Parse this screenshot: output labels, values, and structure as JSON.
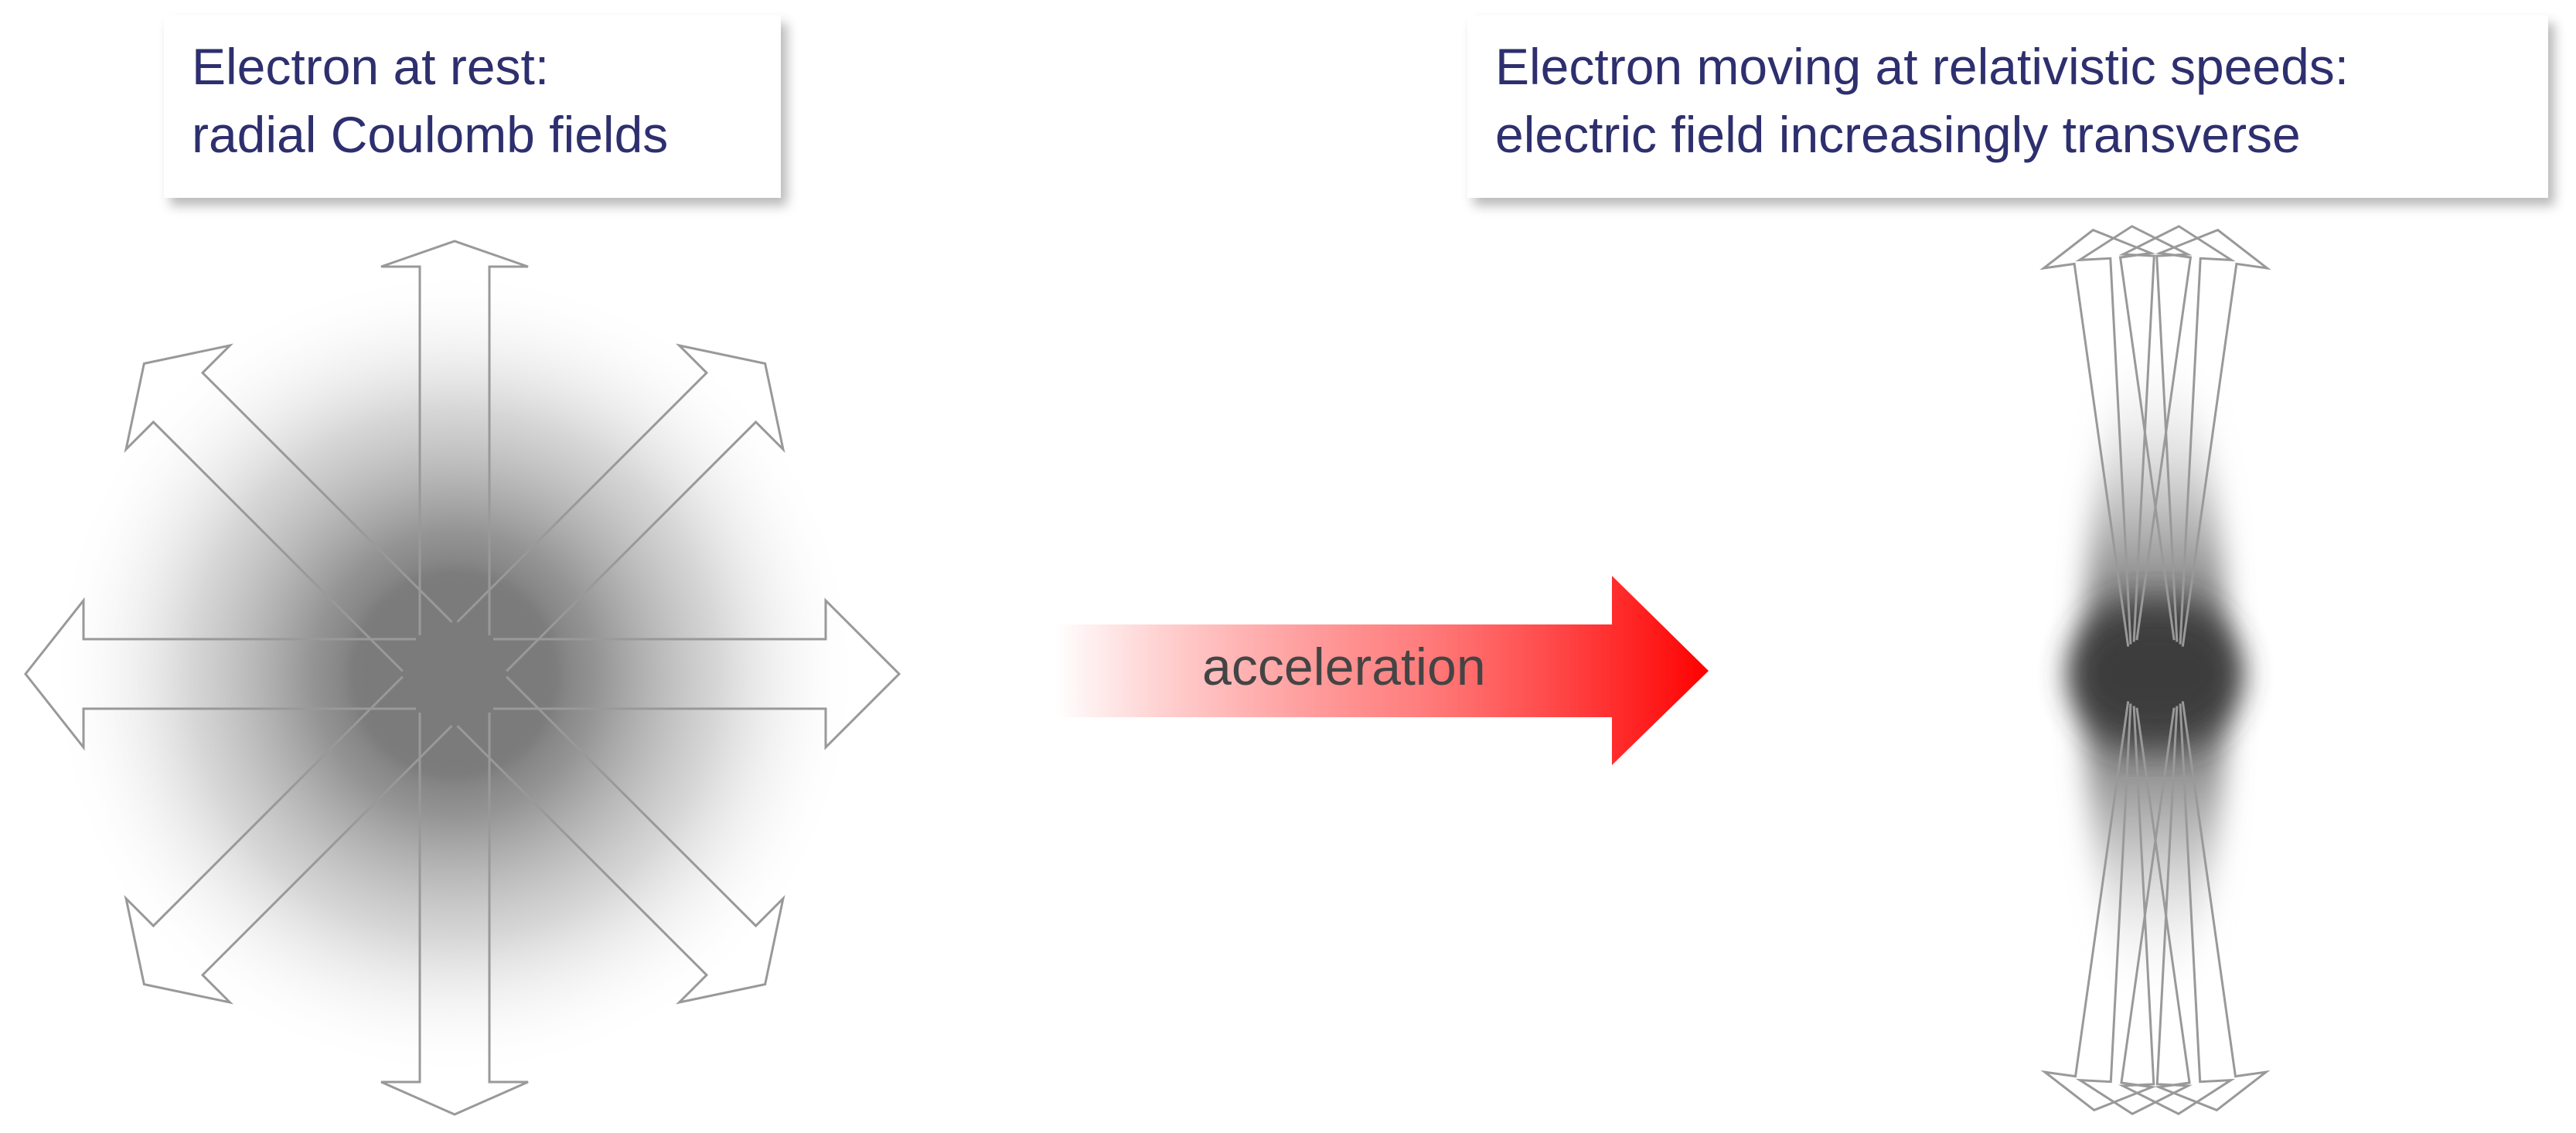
{
  "labels": {
    "rest": {
      "line1": "Electron at rest:",
      "line2": "radial Coulomb fields"
    },
    "moving": {
      "line1": "Electron moving at relativistic speeds:",
      "line2": "electric field increasingly transverse"
    },
    "acceleration": "acceleration"
  },
  "colors": {
    "label_text": "#2e2f6e",
    "field_arrow_stroke": "#999999",
    "acceleration_arrow": "#ff0000",
    "charge_blur": "#555555"
  }
}
